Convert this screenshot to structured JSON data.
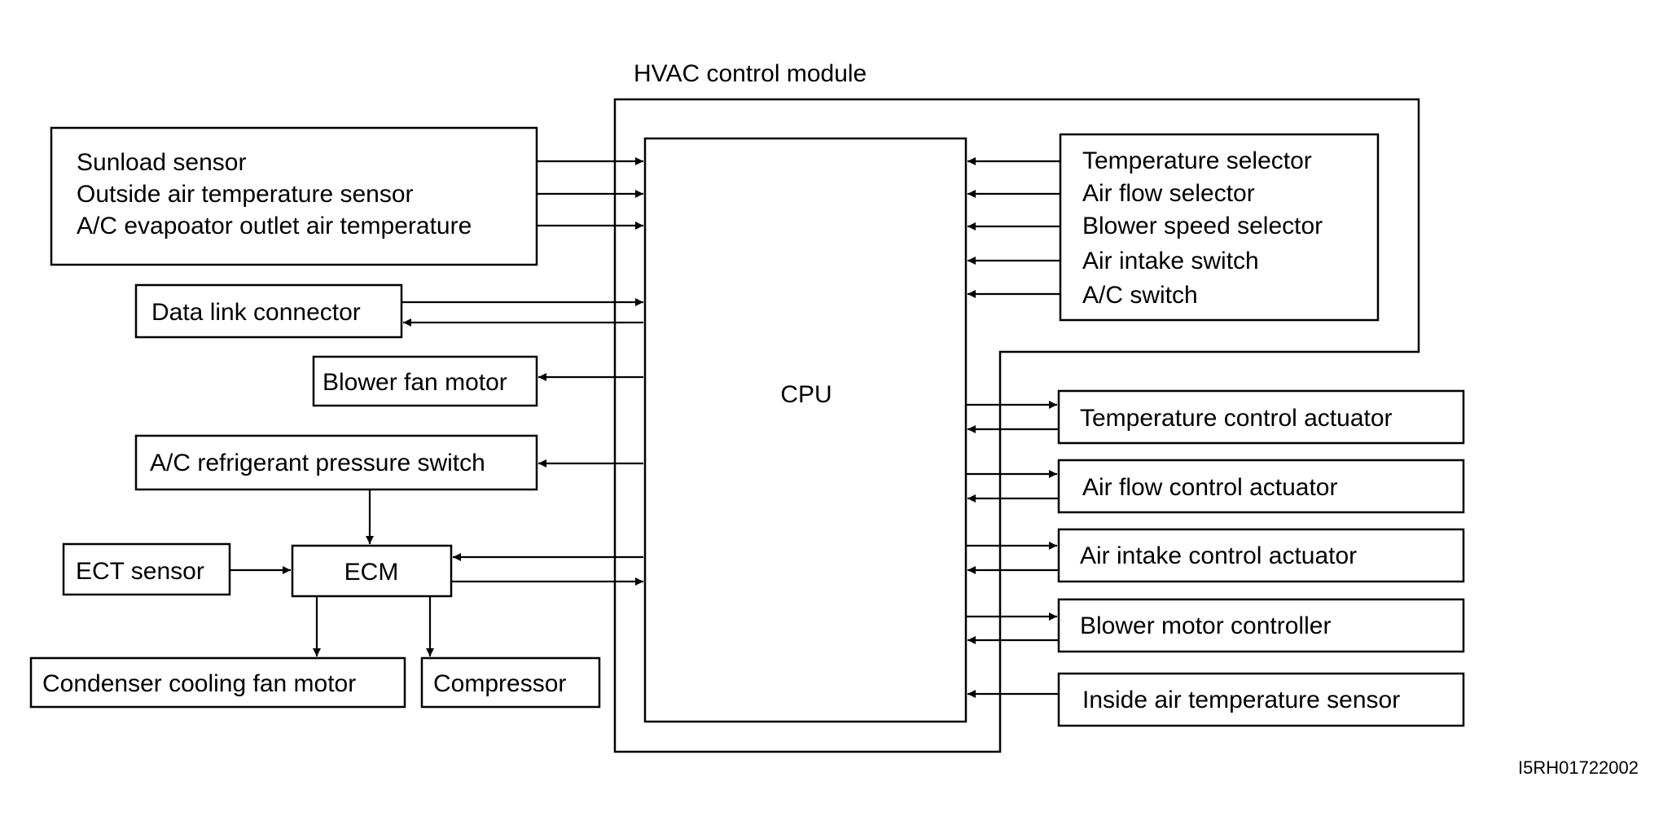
{
  "module_title": "HVAC control module",
  "cpu_label": "CPU",
  "figure_code": "I5RH01722002",
  "left_sensor_group": {
    "lines": [
      "Sunload sensor",
      "Outside air temperature sensor",
      "A/C evapoator outlet air temperature"
    ]
  },
  "data_link_connector": "Data link connector",
  "blower_fan_motor": "Blower fan motor",
  "ac_refrigerant_pressure_switch": "A/C refrigerant pressure switch",
  "ect_sensor": "ECT sensor",
  "ecm": "ECM",
  "condenser_cooling_fan_motor": "Condenser cooling fan motor",
  "compressor": "Compressor",
  "selector_group": {
    "lines": [
      "Temperature selector",
      "Air flow selector",
      "Blower speed selector",
      "Air intake switch",
      "A/C switch"
    ]
  },
  "temperature_control_actuator": "Temperature control actuator",
  "air_flow_control_actuator": "Air flow control actuator",
  "air_intake_control_actuator": "Air intake control actuator",
  "blower_motor_controller": "Blower motor controller",
  "inside_air_temperature_sensor": "Inside air temperature sensor"
}
